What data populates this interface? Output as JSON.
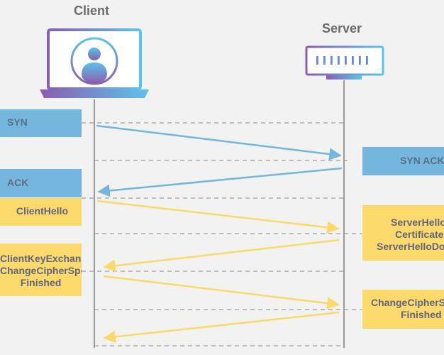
{
  "client_label": "Client",
  "server_label": "Server",
  "colors": {
    "background": "#f2f2f2",
    "blue": "#74b6de",
    "yellow": "#fbd96b",
    "lifeline": "#999999",
    "dashed": "#8a8a8a",
    "text_blue": "#5b6f86",
    "text_yellow": "#62657e",
    "device_gradient_start": "#8a5dae",
    "device_gradient_end": "#5cc3ec"
  },
  "icons": {
    "client": "laptop-user-icon",
    "server": "server-rack-icon"
  },
  "client_messages": {
    "syn": [
      "SYN"
    ],
    "ack": [
      "ACK"
    ],
    "client_hello": [
      "ClientHello"
    ],
    "key_exchange": [
      "ClientKeyExchange",
      "ChangeCipherSpec",
      "Finished"
    ]
  },
  "server_messages": {
    "syn_ack": [
      "SYN ACK"
    ],
    "server_hello": [
      "ServerHello",
      "Certificate",
      "ServerHelloDone"
    ],
    "change_cipher": [
      "ChangeCipherSpec",
      "Finished"
    ]
  },
  "arrows": [
    {
      "from": "client",
      "to": "server",
      "color": "blue"
    },
    {
      "from": "server",
      "to": "client",
      "color": "blue"
    },
    {
      "from": "client",
      "to": "server",
      "color": "yellow"
    },
    {
      "from": "server",
      "to": "client",
      "color": "yellow"
    },
    {
      "from": "client",
      "to": "server",
      "color": "yellow"
    },
    {
      "from": "server",
      "to": "client",
      "color": "yellow"
    }
  ]
}
